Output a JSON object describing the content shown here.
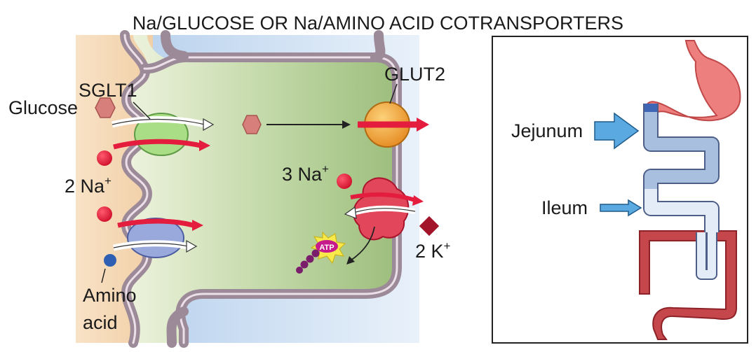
{
  "title": "Na/GLUCOSE OR Na/AMINO ACID COTRANSPORTERS",
  "cell_diagram": {
    "sglt1": "SGLT1",
    "glucose": "Glucose",
    "two_na": "2 Na",
    "two_na_sup": "+",
    "amino_line1": "Amino",
    "amino_line2": "acid",
    "glut2": "GLUT2",
    "three_na": "3 Na",
    "three_na_sup": "+",
    "two_k": "2 K",
    "two_k_sup": "+",
    "atp": "ATP"
  },
  "intestine_diagram": {
    "jejunum": "Jejunum",
    "ileum": "Ileum"
  },
  "colors": {
    "lumen": "#f6ddbf",
    "cytoplasm": "#a9c98a",
    "interstitium": "#cfe0f2",
    "membrane": "#9c8a98",
    "sglt1": "#a9dd86",
    "aa_transporter": "#9aa9dc",
    "glut2": "#f3a23b",
    "pump": "#e2465a",
    "sodium": "#e41c3d",
    "amino_acid": "#2f5fb3",
    "glucose": "#d77f7b",
    "potassium": "#a3142b",
    "arrow_blue": "#5aa9e0",
    "stomach": "#ee7f7f",
    "colon": "#c6474b",
    "small_intestine": "#a9bfe0"
  }
}
